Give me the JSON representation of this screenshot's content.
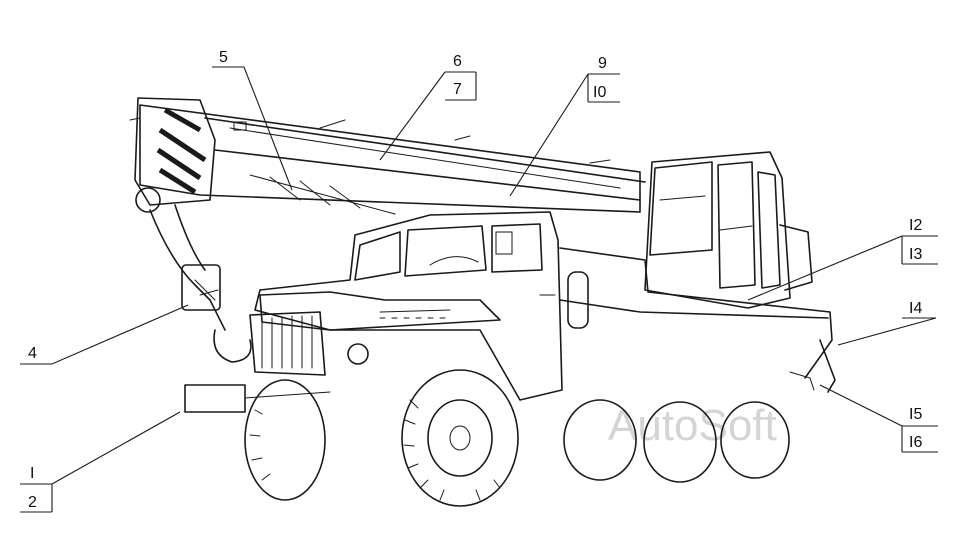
{
  "watermark": "AutoSoft",
  "labels": {
    "l1": "I",
    "l2": "2",
    "l4": "4",
    "l5": "5",
    "l6": "6",
    "l7": "7",
    "l9": "9",
    "l10": "I0",
    "l12": "I2",
    "l13": "I3",
    "l14": "I4",
    "l15": "I5",
    "l16": "I6"
  },
  "colors": {
    "line": "#1a1a1a",
    "watermark": "#d4d4d4",
    "background": "#ffffff"
  }
}
